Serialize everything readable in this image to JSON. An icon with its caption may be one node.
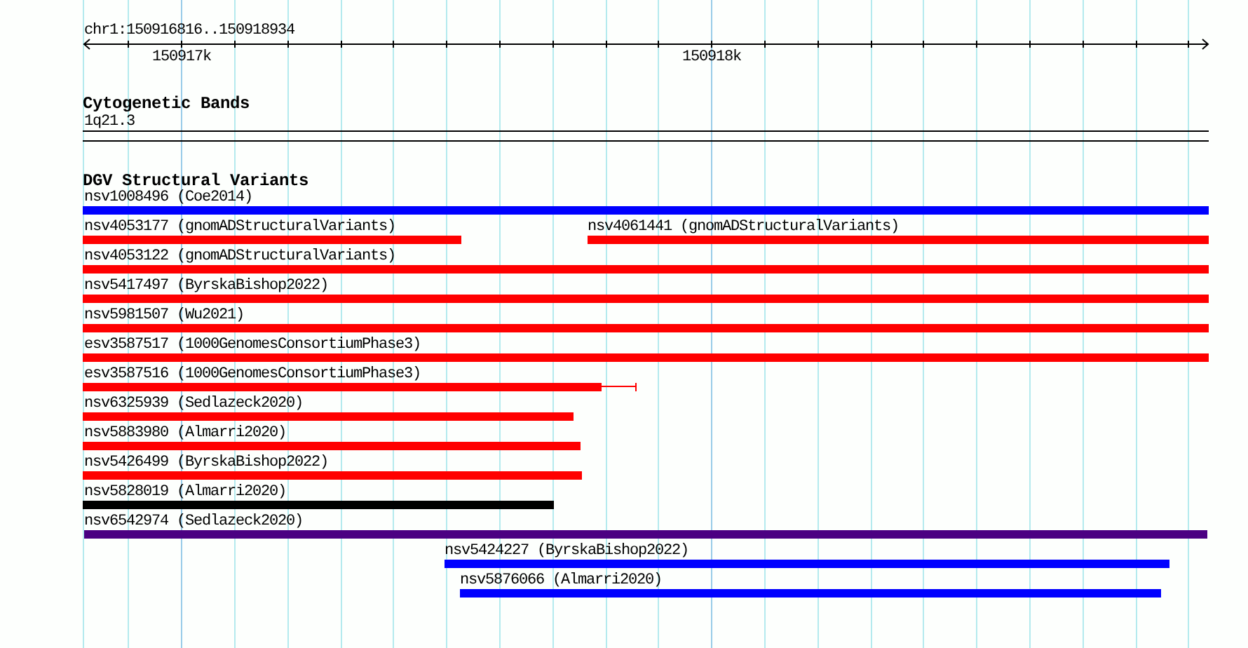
{
  "diagram": {
    "nodes": [
      {
        "text": [
          "1q21.3"
        ]
      },
      {
        "text": [
          "nsv1008496 (Coe2014)"
        ]
      },
      {
        "text": [
          "nsv4053177 (gnomADStructuralVariants)"
        ]
      },
      {
        "text": [
          "nsv4061441 (gnomADStructuralVariants)"
        ]
      },
      {
        "text": [
          "nsv4053122 (gnomADStructuralVariants)"
        ]
      },
      {
        "text": [
          "nsv5417497 (ByrskaBishop2022)"
        ]
      },
      {
        "text": [
          "nsv5981507 (Wu2021)"
        ]
      },
      {
        "text": [
          "esv3587517 (1000GenomesConsortiumPhase3)"
        ]
      },
      {
        "text": [
          "esv3587516 (1000GenomesConsortiumPhase3)"
        ]
      },
      {
        "text": [
          "nsv6325939 (Sedlazeck2020)"
        ]
      },
      {
        "text": [
          "nsv5883980 (Almarri2020)"
        ]
      },
      {
        "text": [
          "nsv5426499 (ByrskaBishop2022)"
        ]
      },
      {
        "text": [
          "nsv5828019 (Almarri2020)"
        ]
      },
      {
        "text": [
          "nsv6542974 (Sedlazeck2020)"
        ]
      },
      {
        "text": [
          "nsv5424227 (ByrskaBishop2022)"
        ]
      },
      {
        "text": [
          "nsv5876066 (Almarri2020)"
        ]
      }
    ],
    "labels": [
      "chr1:150916816..150918934",
      "150917k",
      "150918k",
      "Cytogenetic Bands",
      "DGV Structural Variants"
    ]
  }
}
